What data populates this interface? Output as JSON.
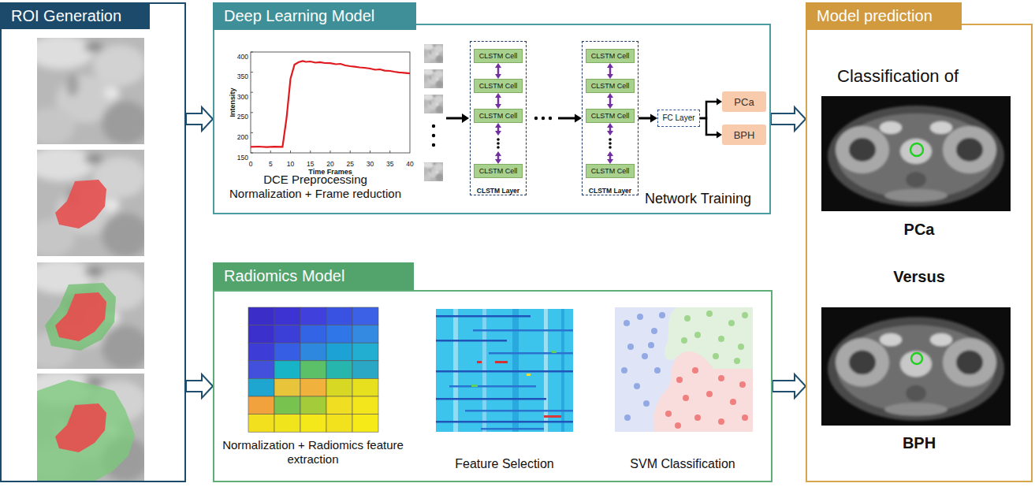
{
  "diagram": {
    "nodes": [
      {
        "text": [
          "ROI Generation"
        ]
      },
      {
        "text": [
          "Deep Learning Model"
        ]
      },
      {
        "text": [
          "CLSTM Layer"
        ],
        "in": 1
      },
      {
        "text": [
          "CLSTM Cell"
        ],
        "in": 2
      },
      {
        "text": [
          "CLSTM Cell"
        ],
        "in": 2
      },
      {
        "text": [
          "CLSTM Cell"
        ],
        "in": 2
      },
      {
        "text": [
          "CLSTM Cell"
        ],
        "in": 2
      },
      {
        "text": [
          "CLSTM Layer"
        ],
        "in": 1
      },
      {
        "text": [
          "CLSTM Cell"
        ],
        "in": 7
      },
      {
        "text": [
          "CLSTM Cell"
        ],
        "in": 7
      },
      {
        "text": [
          "CLSTM Cell"
        ],
        "in": 7
      },
      {
        "text": [
          "CLSTM Cell"
        ],
        "in": 7
      },
      {
        "text": [
          "FC Layer"
        ],
        "in": 1
      },
      {
        "text": [
          "PCa"
        ],
        "in": 1
      },
      {
        "text": [
          "BPH"
        ],
        "in": 1
      },
      {
        "text": [
          "Radiomics Model"
        ]
      },
      {
        "text": [
          "Model prediction",
          "Classification of",
          "PCa",
          "Versus",
          "BPH"
        ]
      }
    ],
    "edges": [
      {
        "from": 0,
        "to": 1,
        "arrow": "to"
      },
      {
        "from": 0,
        "to": 15,
        "arrow": "to"
      },
      {
        "from": 3,
        "to": 4,
        "arrow": "both"
      },
      {
        "from": 4,
        "to": 5,
        "arrow": "both"
      },
      {
        "from": 5,
        "to": 6,
        "arrow": "both"
      },
      {
        "from": 8,
        "to": 9,
        "arrow": "both"
      },
      {
        "from": 9,
        "to": 10,
        "arrow": "both"
      },
      {
        "from": 10,
        "to": 11,
        "arrow": "both"
      },
      {
        "from": 2,
        "to": 7,
        "arrow": "to"
      },
      {
        "from": 7,
        "to": 12,
        "arrow": "to"
      },
      {
        "from": 12,
        "to": 13,
        "arrow": "to"
      },
      {
        "from": 12,
        "to": 14,
        "arrow": "to"
      },
      {
        "from": 1,
        "to": 16,
        "arrow": "to"
      },
      {
        "from": 15,
        "to": 16,
        "arrow": "to"
      }
    ],
    "labels": [
      "Intensity",
      "400",
      "350",
      "300",
      "250",
      "200",
      "150",
      "0",
      "5",
      "10",
      "15",
      "20",
      "25",
      "30",
      "35",
      "40",
      "Time Frames",
      "DCE Preprocessing Normalization + Frame reduction",
      "Network Training",
      "Normalization + Radiomics feature extraction",
      "Feature Selection",
      "SVM Classification"
    ]
  }
}
